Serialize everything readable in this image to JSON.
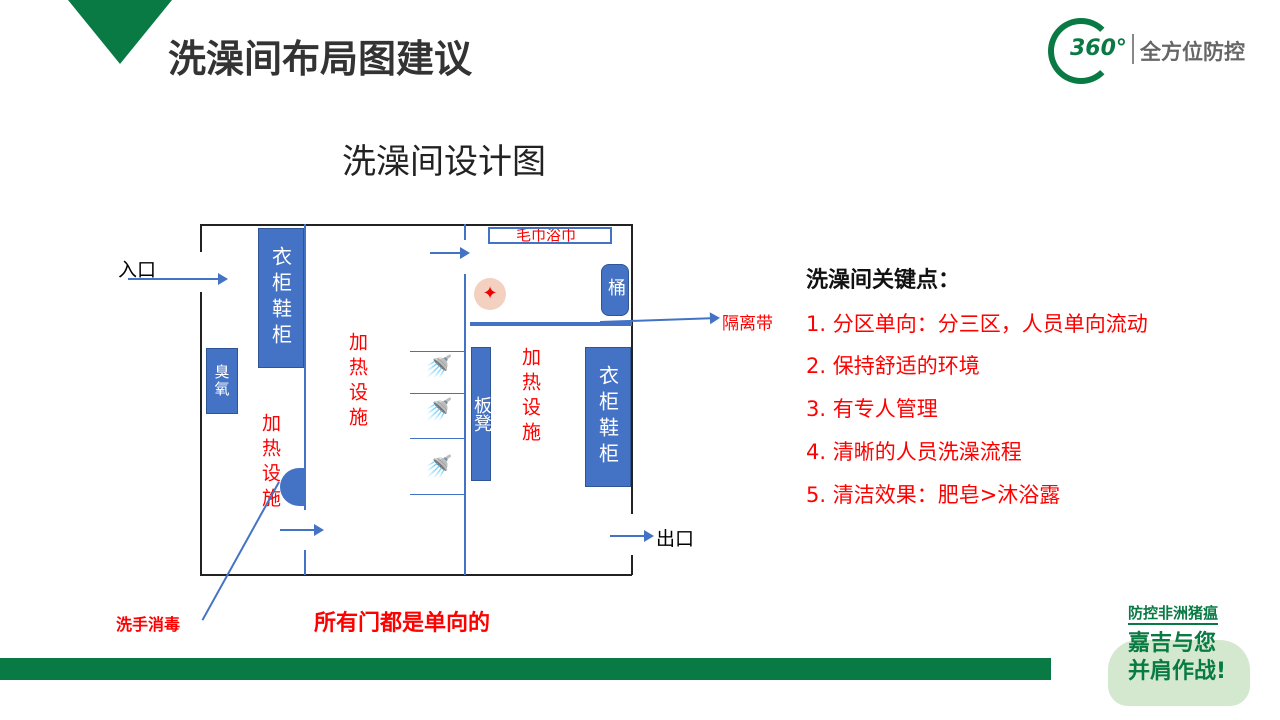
{
  "header": {
    "title": "洗澡间布局图建议",
    "logo_number": "360°",
    "logo_text": "全方位防控"
  },
  "diagram": {
    "title": "洗澡间设计图",
    "entrance": "入口",
    "exit": "出口",
    "locker1": "衣柜鞋柜",
    "locker2": "衣柜鞋柜",
    "ozone": "臭氧",
    "heating1": "加热设施",
    "heating2": "加热设施",
    "heating3": "加热设施",
    "bench": "板凳",
    "bucket": "桶",
    "towel": "毛巾浴巾",
    "isolation": "隔离带",
    "handwash": "洗手消毒",
    "doors_note": "所有门都是单向的"
  },
  "key_points": {
    "heading": "洗澡间关键点：",
    "items": [
      "1.  分区单向：分三区，人员单向流动",
      "2.  保持舒适的环境",
      "3.  有专人管理",
      "4.  清晰的人员洗澡流程",
      "5.  清洁效果：肥皂>沐浴露"
    ]
  },
  "badge": {
    "line1": "防控非洲猪瘟",
    "line2": "嘉吉与您",
    "line3": "并肩作战!"
  }
}
